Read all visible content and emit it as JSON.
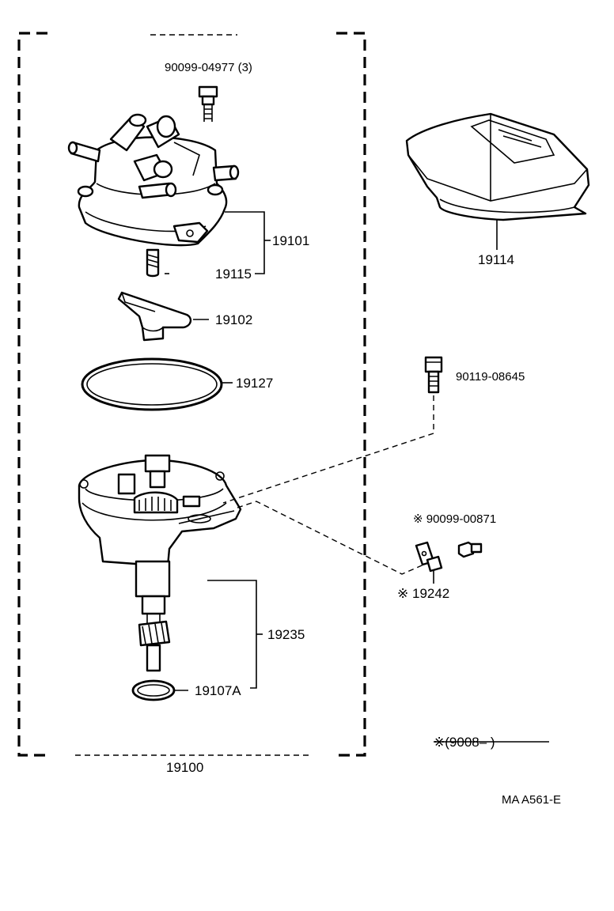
{
  "parts": {
    "screw_top": "90099-04977 (3)",
    "cap": "19101",
    "spring": "19115",
    "rotor": "19102",
    "gasket": "19127",
    "housing": "19235",
    "o_ring": "19107A",
    "assembly": "19100",
    "cover": "19114",
    "bolt": "90119-08645",
    "screw_small": "90099-00871",
    "bracket": "19242"
  },
  "markers": {
    "screw_small": "※",
    "bracket": "※"
  },
  "note": "※(9008–        )",
  "diagram_code": "MA A561-E"
}
